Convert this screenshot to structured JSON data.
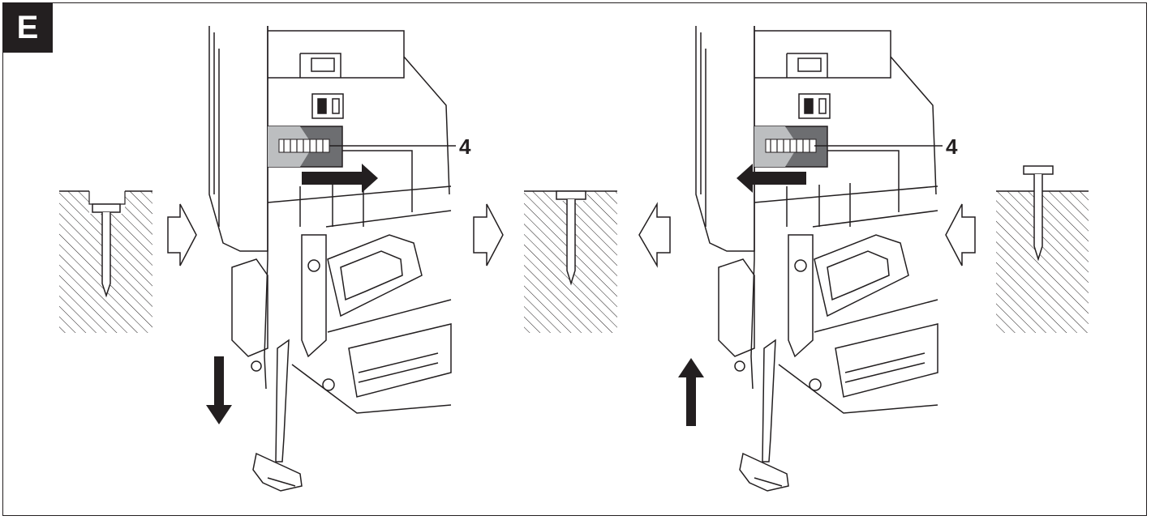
{
  "figure": {
    "label": "E",
    "callouts": [
      "4",
      "4"
    ]
  },
  "colors": {
    "ink": "#231f20",
    "slider_fill": "#6d6e71",
    "slider_light": "#bcbec0"
  },
  "icons": {
    "left_panel_arrows": [
      "right-outline-arrow",
      "right-outline-arrow",
      "down-arrow",
      "right-arrow"
    ],
    "right_panel_arrows": [
      "left-outline-arrow",
      "left-outline-arrow",
      "up-arrow",
      "left-arrow"
    ]
  }
}
